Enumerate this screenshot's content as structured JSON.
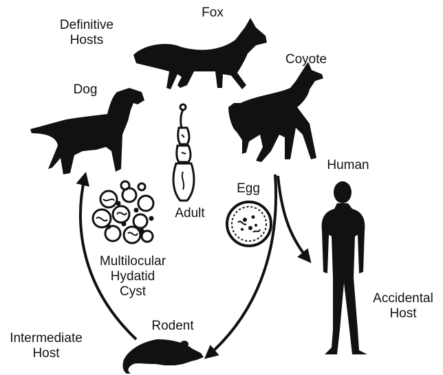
{
  "labels": {
    "definitive_hosts": "Definitive\nHosts",
    "fox": "Fox",
    "coyote": "Coyote",
    "dog": "Dog",
    "human": "Human",
    "egg": "Egg",
    "adult": "Adult",
    "cyst": "Multilocular\nHydatid\nCyst",
    "accidental_host": "Accidental\nHost",
    "rodent": "Rodent",
    "intermediate_host": "Intermediate\nHost"
  },
  "icons": {
    "fox": "fox-silhouette",
    "coyote": "howling-coyote-silhouette",
    "dog": "dog-silhouette",
    "human": "human-silhouette",
    "rodent": "rodent-silhouette",
    "adult": "adult-tapeworm",
    "egg": "egg",
    "cyst": "multilocular-cyst"
  },
  "colors": {
    "ink": "#111111",
    "background": "#ffffff"
  }
}
